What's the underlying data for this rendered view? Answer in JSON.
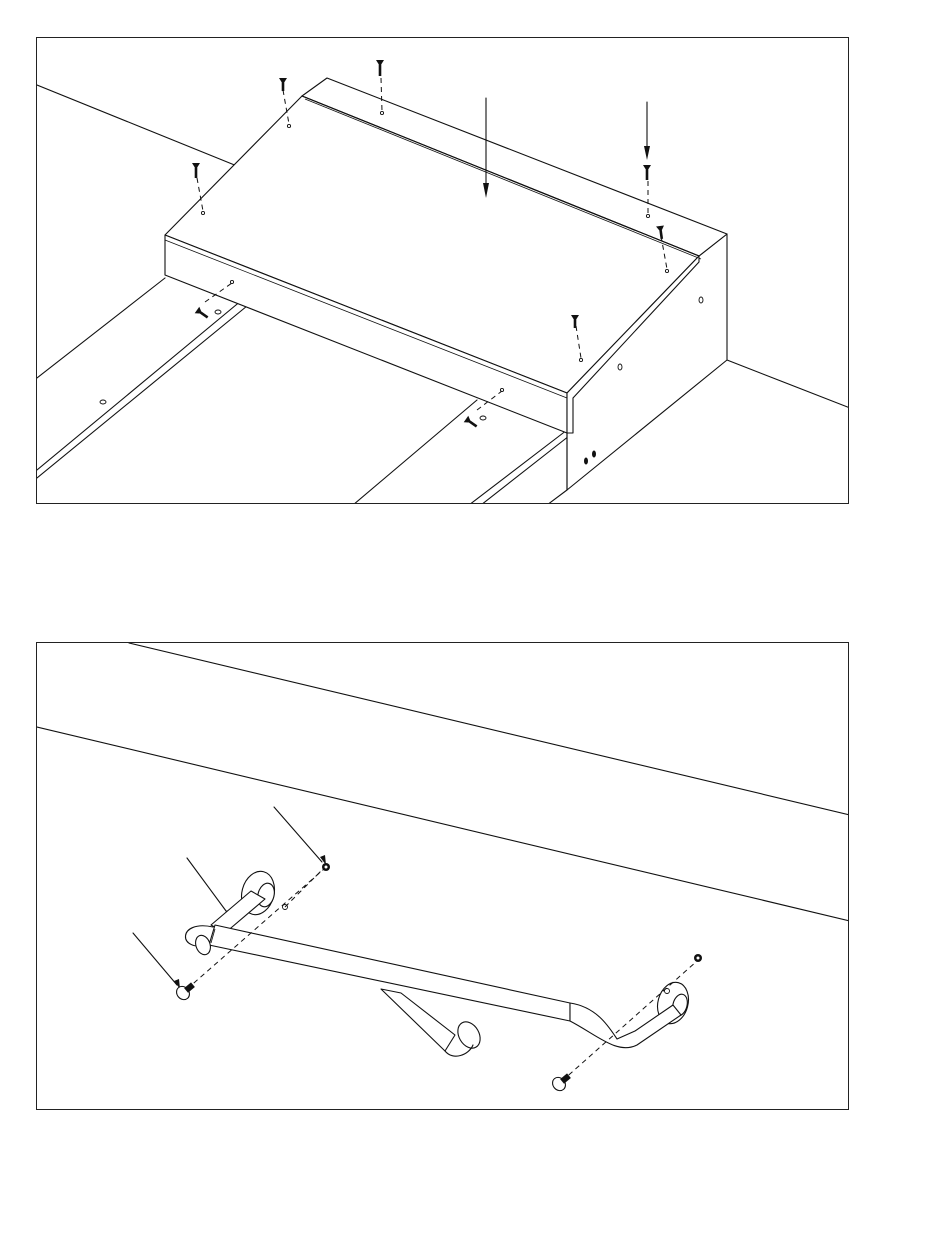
{
  "figures": [
    {
      "id": "step-cover-installation",
      "callouts": [],
      "screws": 8
    },
    {
      "id": "grab-bar-installation",
      "callouts": [],
      "screws": 4
    }
  ],
  "colors": {
    "line": "#111111",
    "background": "#ffffff"
  },
  "icons": [
    "screw-icon",
    "arrow-icon",
    "flange-icon",
    "grab-bar-icon"
  ]
}
